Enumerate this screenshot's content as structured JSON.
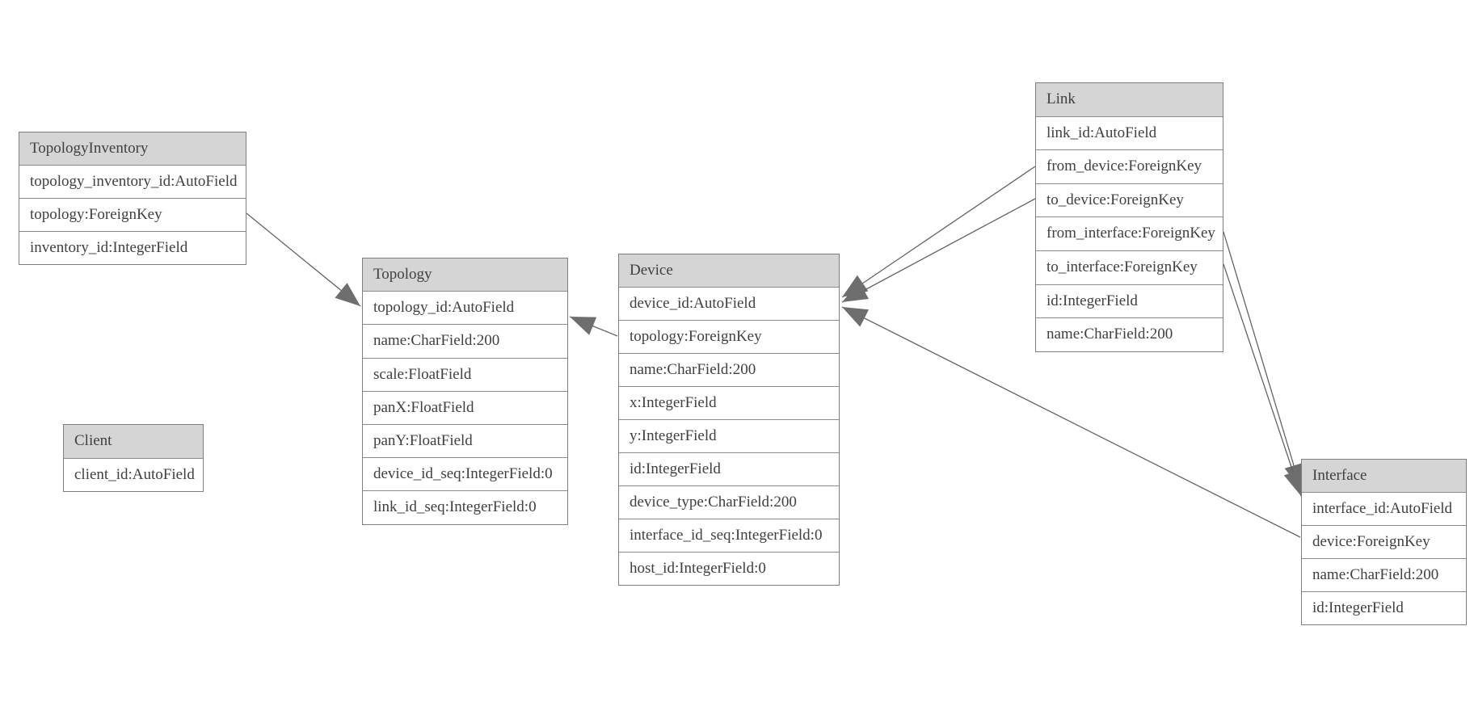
{
  "colors": {
    "background": "#ffffff",
    "entity_border": "#7e7e7e",
    "entity_header_fill": "#d5d5d5",
    "entity_body_fill": "#ffffff",
    "text": "#404040",
    "connector": "#636363",
    "arrowhead": "#6e6e6e"
  },
  "entities": [
    {
      "name": "TopologyInventory",
      "fields": [
        "topology_inventory_id:AutoField",
        "topology:ForeignKey",
        "inventory_id:IntegerField"
      ]
    },
    {
      "name": "Topology",
      "fields": [
        "topology_id:AutoField",
        "name:CharField:200",
        "scale:FloatField",
        "panX:FloatField",
        "panY:FloatField",
        "device_id_seq:IntegerField:0",
        "link_id_seq:IntegerField:0"
      ]
    },
    {
      "name": "Client",
      "fields": [
        "client_id:AutoField"
      ]
    },
    {
      "name": "Device",
      "fields": [
        "device_id:AutoField",
        "topology:ForeignKey",
        "name:CharField:200",
        "x:IntegerField",
        "y:IntegerField",
        "id:IntegerField",
        "device_type:CharField:200",
        "interface_id_seq:IntegerField:0",
        "host_id:IntegerField:0"
      ]
    },
    {
      "name": "Link",
      "fields": [
        "link_id:AutoField",
        "from_device:ForeignKey",
        "to_device:ForeignKey",
        "from_interface:ForeignKey",
        "to_interface:ForeignKey",
        "id:IntegerField",
        "name:CharField:200"
      ]
    },
    {
      "name": "Interface",
      "fields": [
        "interface_id:AutoField",
        "device:ForeignKey",
        "name:CharField:200",
        "id:IntegerField"
      ]
    }
  ],
  "relationships": [
    {
      "from": "TopologyInventory.topology",
      "to": "Topology.topology_id"
    },
    {
      "from": "Device.topology",
      "to": "Topology.topology_id"
    },
    {
      "from": "Link.from_device",
      "to": "Device.device_id"
    },
    {
      "from": "Link.to_device",
      "to": "Device.device_id"
    },
    {
      "from": "Interface.device",
      "to": "Device.device_id"
    },
    {
      "from": "Link.from_interface",
      "to": "Interface.interface_id"
    },
    {
      "from": "Link.to_interface",
      "to": "Interface.interface_id"
    }
  ]
}
